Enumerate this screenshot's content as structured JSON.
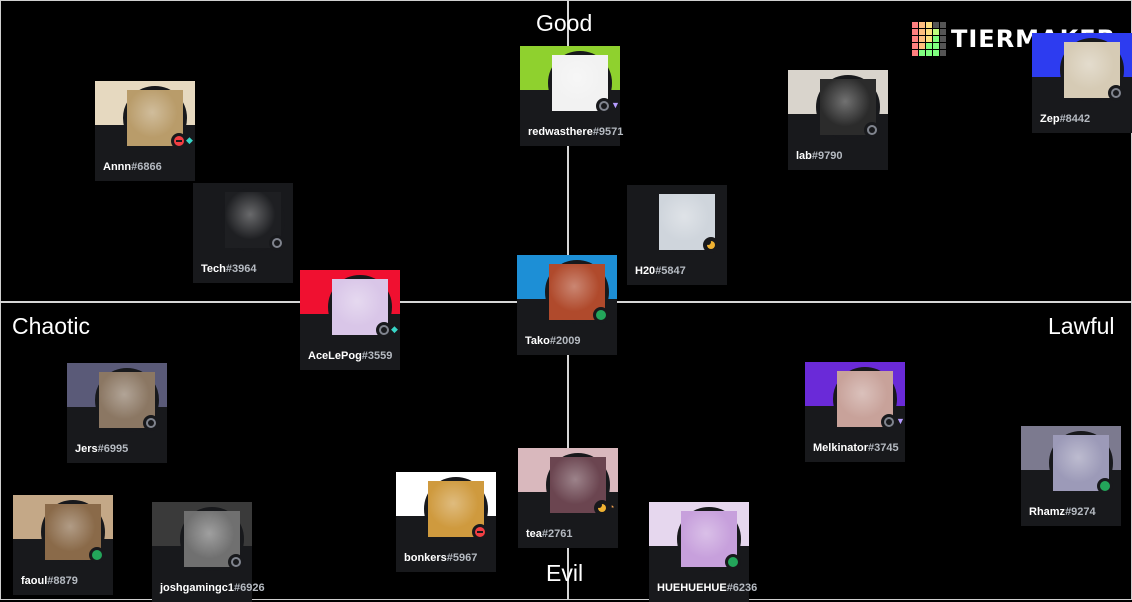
{
  "axes": {
    "top": "Good",
    "bottom": "Evil",
    "left": "Chaotic",
    "right": "Lawful"
  },
  "logo": {
    "text": "TIERMAKER"
  },
  "cards": [
    {
      "id": "annn",
      "name": "Annn",
      "tag": "#6866",
      "banner": "#e6d9c0",
      "avatar": "#b99c6a",
      "status": "dnd",
      "badge": "◆",
      "badge_color": "#38d6c8"
    },
    {
      "id": "tech",
      "name": "Tech",
      "tag": "#3964",
      "banner": "#18191c",
      "avatar": "#1e1f22",
      "status": "offline",
      "badge": "",
      "badge_color": ""
    },
    {
      "id": "redwasthere",
      "name": "redwasthere",
      "tag": "#9571",
      "banner": "#8fd12e",
      "avatar": "#f2f2f2",
      "status": "offline",
      "badge": "▼",
      "badge_color": "#b69cff"
    },
    {
      "id": "lab",
      "name": "lab",
      "tag": "#9790",
      "banner": "#d9d4cc",
      "avatar": "#2b2b2b",
      "status": "offline",
      "badge": "",
      "badge_color": ""
    },
    {
      "id": "zep",
      "name": "Zep",
      "tag": "#8442",
      "banner": "#2d3cf0",
      "avatar": "#d6cbb5",
      "status": "offline",
      "badge": "",
      "badge_color": ""
    },
    {
      "id": "h20",
      "name": "H20",
      "tag": "#5847",
      "banner": "#18191c",
      "avatar": "#cfd5dc",
      "status": "idle",
      "badge": "",
      "badge_color": ""
    },
    {
      "id": "acelepog",
      "name": "AceLePog",
      "tag": "#3559",
      "banner": "#f01030",
      "avatar": "#d9c6e8",
      "status": "offline",
      "badge": "◆",
      "badge_color": "#38d6c8"
    },
    {
      "id": "tako",
      "name": "Tako",
      "tag": "#2009",
      "banner": "#1d8fd6",
      "avatar": "#b04a2c",
      "status": "online",
      "badge": "",
      "badge_color": ""
    },
    {
      "id": "jers",
      "name": "Jers",
      "tag": "#6995",
      "banner": "#5a5a78",
      "avatar": "#8b7763",
      "status": "offline",
      "badge": "",
      "badge_color": ""
    },
    {
      "id": "melkinator",
      "name": "Melkinator",
      "tag": "#3745",
      "banner": "#6a2ad8",
      "avatar": "#c8a29a",
      "status": "offline",
      "badge": "▼",
      "badge_color": "#b69cff"
    },
    {
      "id": "rhamz",
      "name": "Rhamz",
      "tag": "#9274",
      "banner": "#7c7a8f",
      "avatar": "#9c9ab8",
      "status": "online",
      "badge": "",
      "badge_color": ""
    },
    {
      "id": "faoul",
      "name": "faoul",
      "tag": "#8879",
      "banner": "#c4a887",
      "avatar": "#8a6a49",
      "status": "online",
      "badge": "",
      "badge_color": ""
    },
    {
      "id": "joshgamingc1",
      "name": "joshgamingc1",
      "tag": "#6926",
      "banner": "#3a3a3a",
      "avatar": "#707070",
      "status": "offline",
      "badge": "",
      "badge_color": ""
    },
    {
      "id": "bonkers",
      "name": "bonkers",
      "tag": "#5967",
      "banner": "#ffffff",
      "avatar": "#cf9a3e",
      "status": "dnd",
      "badge": "",
      "badge_color": ""
    },
    {
      "id": "tea",
      "name": "tea",
      "tag": "#2761",
      "banner": "#d9b8bd",
      "avatar": "#6b4550",
      "status": "idle",
      "badge": "◔",
      "badge_color": "#f0a050"
    },
    {
      "id": "huehuehue",
      "name": "HUEHUEHUE",
      "tag": "#6236",
      "banner": "#e6d7ee",
      "avatar": "#c7a0dc",
      "status": "online",
      "badge": "",
      "badge_color": ""
    }
  ]
}
